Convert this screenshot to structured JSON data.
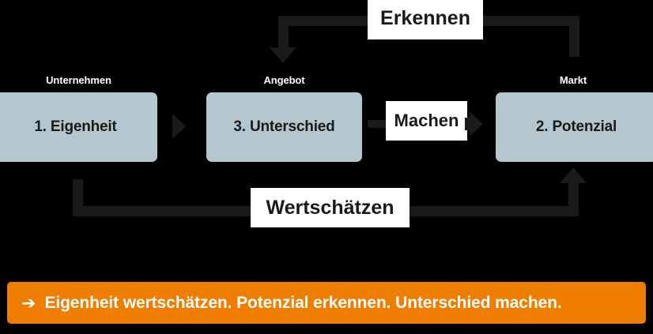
{
  "diagram": {
    "background_color": "#000000",
    "box_fill_color": "#b4c6ce",
    "line_color": "#1a1a1a",
    "banner_color": "#ee7d00",
    "label_bg_color": "#ffffff",
    "stages": [
      {
        "caption": "Unternehmen",
        "label": "1. Eigenheit"
      },
      {
        "caption": "Angebot",
        "label": "3. Unterschied"
      },
      {
        "caption": "Markt",
        "label": "2. Potenzial"
      }
    ],
    "connectors": {
      "erkennen": "Erkennen",
      "machen": "Machen",
      "wertschaetzen": "Wertschätzen"
    }
  },
  "banner": {
    "arrow_glyph": "➔",
    "text": "Eigenheit wertschätzen. Potenzial erkennen. Unterschied machen."
  }
}
